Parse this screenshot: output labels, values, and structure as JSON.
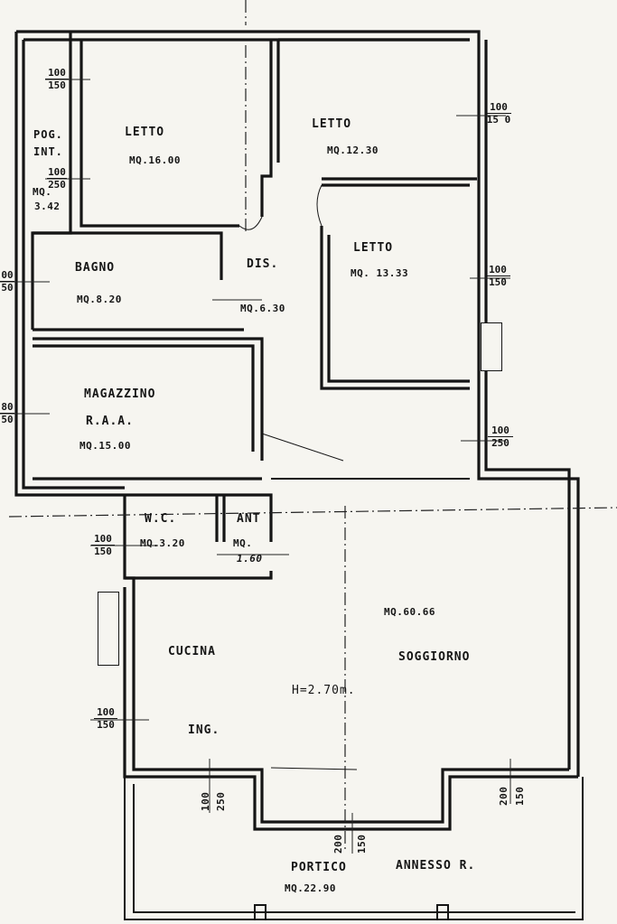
{
  "rooms": {
    "letto_1": {
      "name": "LETTO",
      "area": "MQ.16.00"
    },
    "letto_2": {
      "name": "LETTO",
      "area": "MQ.12.30"
    },
    "letto_3": {
      "name": "LETTO",
      "area": "MQ. 13.33"
    },
    "poggiolo": {
      "name_a": "POG.",
      "name_b": "INT.",
      "area_a": "MQ.",
      "area_b": "3.42"
    },
    "bagno": {
      "name": "BAGNO",
      "area": "MQ.8.20"
    },
    "dis": {
      "name": "DIS.",
      "area": "MQ.6.30"
    },
    "magazzino": {
      "name": "MAGAZZINO",
      "sub": "R.A.A.",
      "area": "MQ.15.00"
    },
    "wc": {
      "name": "W.C.",
      "area": "MQ.3.20"
    },
    "ant": {
      "name": "ANT",
      "area_a": "MQ.",
      "area_b": "1.60"
    },
    "cucina": {
      "name": "CUCINA"
    },
    "soggiorno": {
      "name": "SOGGIORNO",
      "area": "MQ.60.66"
    },
    "ing": {
      "name": "ING."
    },
    "portico": {
      "name": "PORTICO",
      "extra": "ANNESSO R.",
      "area": "MQ.22.90"
    }
  },
  "height_note": "H=2.70m.",
  "windows": [
    {
      "id": "poggiolo",
      "top": "100",
      "bottom": "150"
    },
    {
      "id": "poggiolo_b",
      "top": "100",
      "bottom": "250"
    },
    {
      "id": "letto_2",
      "top": "100",
      "bottom": "15 0"
    },
    {
      "id": "letto_3",
      "top": "100",
      "bottom": "150"
    },
    {
      "id": "right_lower",
      "top": "100",
      "bottom": "250"
    },
    {
      "id": "bagno",
      "top": "00",
      "bottom": "50"
    },
    {
      "id": "magazzino",
      "top": "80",
      "bottom": "50"
    },
    {
      "id": "wc",
      "top": "100",
      "bottom": "150"
    },
    {
      "id": "ing",
      "top": "100",
      "bottom": "150"
    },
    {
      "id": "cucina_bottom",
      "top": "100",
      "bottom": "250"
    },
    {
      "id": "portico_center",
      "top": "200",
      "bottom": "150"
    },
    {
      "id": "soggiorno_bottom",
      "top": "200",
      "bottom": "150"
    }
  ]
}
